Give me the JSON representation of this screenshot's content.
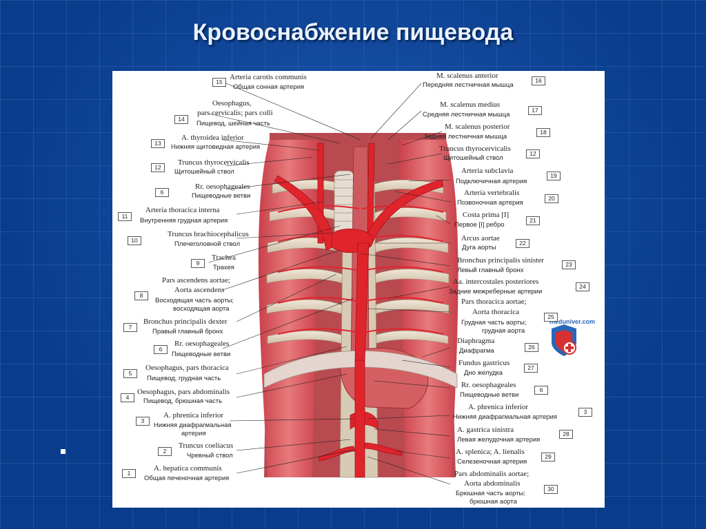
{
  "title": "Кровоснабжение пищевода",
  "logo_text": "meduniver.com",
  "labels_left": [
    {
      "num": "15",
      "la": "Arteria carotis communis",
      "ru": "Общая сонная артерия"
    },
    {
      "num": "14",
      "la": "Oesophagus,",
      "la2": "pars cervicalis; pars colli",
      "ru": "Пищевод, шейная часть"
    },
    {
      "num": "13",
      "la": "A. thyroidea inferior",
      "ru": "Нижняя щитовидная артерия"
    },
    {
      "num": "12",
      "la": "Truncus thyrocervicalis",
      "ru": "Щитошейный ствол"
    },
    {
      "num": "6",
      "la": "Rr. oesophageales",
      "ru": "Пищеводные ветви"
    },
    {
      "num": "11",
      "la": "Arteria thoracica interna",
      "ru": "Внутренняя грудная артерия"
    },
    {
      "num": "10",
      "la": "Truncus brachiocephalicus",
      "ru": "Плечеголовной ствол"
    },
    {
      "num": "9",
      "la": "Trachea",
      "ru": "Трахея"
    },
    {
      "num": "8",
      "la": "Pars ascendens aortae;",
      "la2": "Aorta ascendens",
      "ru": "Восходящая часть аорты;",
      "ru2": "восходящая аорта"
    },
    {
      "num": "7",
      "la": "Bronchus principalis dexter",
      "ru": "Правый главный бронх"
    },
    {
      "num": "6",
      "la": "Rr. oesophageales",
      "ru": "Пищеводные ветви"
    },
    {
      "num": "5",
      "la": "Oesophagus, pars thoracica",
      "ru": "Пищевод, грудная часть"
    },
    {
      "num": "4",
      "la": "Oesophagus, pars abdominalis",
      "ru": "Пищевод, брюшная часть"
    },
    {
      "num": "3",
      "la": "A. phrenica inferior",
      "ru": "Нижняя диафрагмальная",
      "ru2": "артерия"
    },
    {
      "num": "2",
      "la": "Truncus coeliacus",
      "ru": "Чревный ствол"
    },
    {
      "num": "1",
      "la": "A. hepatica communis",
      "ru": "Общая печеночная артерия"
    }
  ],
  "labels_right": [
    {
      "num": "16",
      "la": "M. scalenus anterior",
      "ru": "Передняя лестничная мышца"
    },
    {
      "num": "17",
      "la": "M. scalenus medius",
      "ru": "Средняя лестничная мышца"
    },
    {
      "num": "18",
      "la": "M. scalenus posterior",
      "ru": "Задняя лестничная мышца"
    },
    {
      "num": "12",
      "la": "Truncus thyrocervicalis",
      "ru": "Щитошейный ствол"
    },
    {
      "num": "19",
      "la": "Arteria subclavia",
      "ru": "Подключичная артерия"
    },
    {
      "num": "20",
      "la": "Arteria vertebralis",
      "ru": "Позвоночная артерия"
    },
    {
      "num": "21",
      "la": "Costa prima [I]",
      "ru": "Первое [I] ребро"
    },
    {
      "num": "22",
      "la": "Arcus aortae",
      "ru": "Дуга аорты"
    },
    {
      "num": "23",
      "la": "Bronchus principalis sinister",
      "ru": "Левый главный бронх"
    },
    {
      "num": "24",
      "la": "Aa. intercostales posteriores",
      "ru": "Задние межреберные артерии"
    },
    {
      "num": "25",
      "la": "Pars thoracica aortae;",
      "la2": "Aorta thoracica",
      "ru": "Грудная часть аорты;",
      "ru2": "грудная аорта"
    },
    {
      "num": "26",
      "la": "Diaphragma",
      "ru": "Диафрагма"
    },
    {
      "num": "27",
      "la": "Fundus gastricus",
      "ru": "Дно желудка"
    },
    {
      "num": "6",
      "la": "Rr. oesophageales",
      "ru": "Пищеводные ветви"
    },
    {
      "num": "3",
      "la": "A. phrenica inferior",
      "ru": "Нижняя диафрагмальная артерия"
    },
    {
      "num": "28",
      "la": "A. gastrica sinistra",
      "ru": "Левая желудочная артерия"
    },
    {
      "num": "29",
      "la": "A. splenica; A. lienalis",
      "ru": "Селезеночная артерия"
    },
    {
      "num": "30",
      "la": "Pars abdominalis aortae;",
      "la2": "Aorta abdominalis",
      "ru": "Брюшная часть аорты;",
      "ru2": "брюшная аорта"
    }
  ],
  "colors": {
    "background": "#0a3c8c",
    "artery": "#e0242c",
    "muscle": "#d9545a",
    "bone": "#e8dccb"
  }
}
